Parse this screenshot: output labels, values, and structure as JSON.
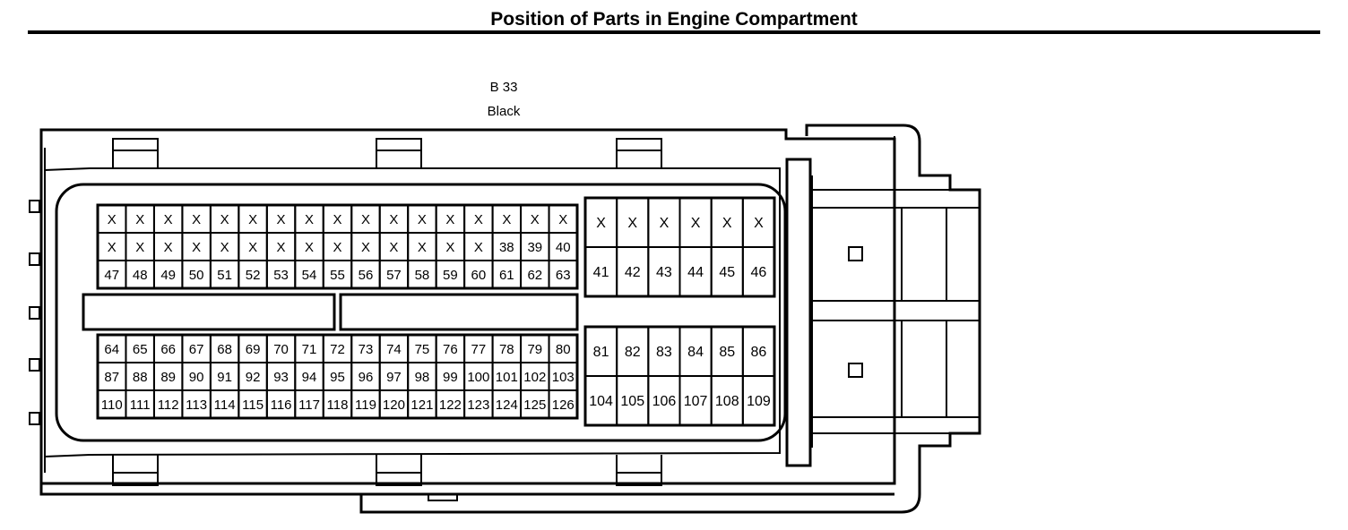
{
  "title": "Position of Parts in Engine Compartment",
  "connector": {
    "id": "B 33",
    "color": "Black"
  },
  "pins": {
    "upper_left": [
      [
        "X",
        "X",
        "X",
        "X",
        "X",
        "X",
        "X",
        "X",
        "X",
        "X",
        "X",
        "X",
        "X",
        "X",
        "X",
        "X",
        "X"
      ],
      [
        "X",
        "X",
        "X",
        "X",
        "X",
        "X",
        "X",
        "X",
        "X",
        "X",
        "X",
        "X",
        "X",
        "X",
        "38",
        "39",
        "40"
      ],
      [
        "47",
        "48",
        "49",
        "50",
        "51",
        "52",
        "53",
        "54",
        "55",
        "56",
        "57",
        "58",
        "59",
        "60",
        "61",
        "62",
        "63"
      ]
    ],
    "lower_left": [
      [
        "64",
        "65",
        "66",
        "67",
        "68",
        "69",
        "70",
        "71",
        "72",
        "73",
        "74",
        "75",
        "76",
        "77",
        "78",
        "79",
        "80"
      ],
      [
        "87",
        "88",
        "89",
        "90",
        "91",
        "92",
        "93",
        "94",
        "95",
        "96",
        "97",
        "98",
        "99",
        "100",
        "101",
        "102",
        "103"
      ],
      [
        "110",
        "111",
        "112",
        "113",
        "114",
        "115",
        "116",
        "117",
        "118",
        "119",
        "120",
        "121",
        "122",
        "123",
        "124",
        "125",
        "126"
      ]
    ],
    "upper_right": [
      [
        "X",
        "X",
        "X",
        "X",
        "X",
        "X"
      ],
      [
        "41",
        "42",
        "43",
        "44",
        "45",
        "46"
      ]
    ],
    "lower_right": [
      [
        "81",
        "82",
        "83",
        "84",
        "85",
        "86"
      ],
      [
        "104",
        "105",
        "106",
        "107",
        "108",
        "109"
      ]
    ]
  }
}
